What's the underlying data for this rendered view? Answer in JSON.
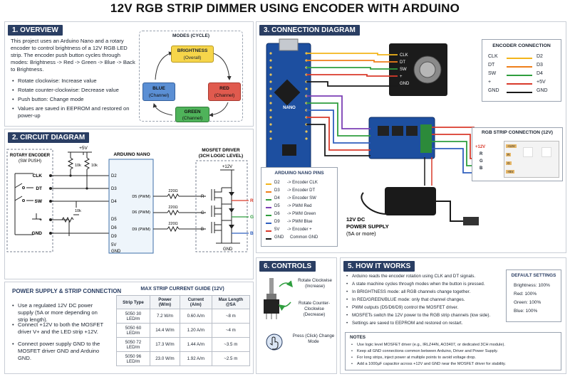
{
  "title": "12V RGB STRIP DIMMER USING ENCODER WITH ARDUINO",
  "overview": {
    "header": "1. OVERVIEW",
    "intro": "This project uses an Arduino Nano and a rotary encoder to control brightness of a 12V RGB LED strip. The encoder push button cycles through modes: Brightness -> Red -> Green -> Blue -> Back to Brightness.",
    "bullets": [
      "Rotate clockwise: Increase value",
      "Rotate counter-clockwise: Decrease value",
      "Push button: Change mode",
      "Values are saved in EEPROM and restored on power-up"
    ],
    "modes_title": "MODES (CYCLE)",
    "modes": [
      {
        "name": "BRIGHTNESS",
        "sub": "(Overall)",
        "color": "#f6d54a"
      },
      {
        "name": "RED",
        "sub": "(Channel)",
        "color": "#e05a4e"
      },
      {
        "name": "GREEN",
        "sub": "(Channel)",
        "color": "#4fb35a"
      },
      {
        "name": "BLUE",
        "sub": "(Channel)",
        "color": "#5b8fd4"
      }
    ]
  },
  "circuit": {
    "header": "2. CIRCUIT DIAGRAM",
    "encoder_title": "ROTARY ENCODER",
    "encoder_sub": "(SW PUSH)",
    "encoder_pins": [
      "CLK",
      "DT",
      "SW",
      "+",
      "GND"
    ],
    "supply": "+5V",
    "pullups": [
      "10k",
      "10k",
      "10k"
    ],
    "nano_title": "ARDUINO NANO",
    "nano_pins_left": [
      "D2",
      "D3",
      "D4",
      "D5",
      "D6",
      "D9",
      "5V",
      "GND"
    ],
    "pwm_labels": [
      "D5 (PWM)",
      "D6 (PWM)",
      "D9 (PWM)"
    ],
    "resistors": [
      "220Ω",
      "220Ω",
      "220Ω"
    ],
    "mosfet_title": "MOSFET DRIVER",
    "mosfet_sub": "(3CH LOGIC LEVEL)",
    "mosfet_supply": "+12V",
    "mosfet_gates": [
      "R",
      "G",
      "B"
    ],
    "mosfet_gnd": "GND",
    "outputs": [
      "R",
      "G",
      "B"
    ]
  },
  "power": {
    "title": "POWER SUPPLY & STRIP CONNECTION",
    "bullets": [
      "Use a regulated 12V DC power supply (5A or more depending on strip length).",
      "Connect +12V to both the MOSFET driver V+ and the LED strip +12V.",
      "Connect power supply GND to the MOSFET driver GND and Arduino GND."
    ],
    "guide_title": "MAX STRIP CURRENT GUIDE (12V)",
    "columns": [
      "Strip Type",
      "Power (W/m)",
      "Current (A/m)",
      "Max Length @5A"
    ],
    "rows": [
      [
        "5050 30 LED/m",
        "7.2 W/m",
        "0.60 A/m",
        "~8 m"
      ],
      [
        "5050 60 LED/m",
        "14.4 W/m",
        "1.20 A/m",
        "~4 m"
      ],
      [
        "5050 72 LED/m",
        "17.3 W/m",
        "1.44 A/m",
        "~3.5 m"
      ],
      [
        "5050 96 LED/m",
        "23.0 W/m",
        "1.92 A/m",
        "~2.5 m"
      ]
    ]
  },
  "connection": {
    "header": "3. CONNECTION DIAGRAM",
    "encoder_pins": [
      "CLK",
      "DT",
      "SW",
      "+",
      "GND"
    ],
    "nano_label": "NANO",
    "legend_title": "ENCODER CONNECTION",
    "legend": [
      {
        "a": "CLK",
        "b": "D2",
        "color": "#f3b51b"
      },
      {
        "a": "DT",
        "b": "D3",
        "color": "#ef7f1a"
      },
      {
        "a": "SW",
        "b": "D4",
        "color": "#2e9e3e"
      },
      {
        "a": "+",
        "b": "+5V",
        "color": "#d93a2b"
      },
      {
        "a": "GND",
        "b": "GND",
        "color": "#1a1a1a"
      }
    ],
    "pins_title": "ARDUINO NANO PINS",
    "pins": [
      {
        "pin": "D2",
        "desc": "-> Encoder CLK",
        "color": "#f3b51b"
      },
      {
        "pin": "D3",
        "desc": "-> Encoder DT",
        "color": "#ef7f1a"
      },
      {
        "pin": "D4",
        "desc": "-> Encoder SW",
        "color": "#2e9e3e"
      },
      {
        "pin": "D5",
        "desc": "-> PWM Red",
        "color": "#7b3fb5"
      },
      {
        "pin": "D6",
        "desc": "-> PWM Green",
        "color": "#2e9e3e"
      },
      {
        "pin": "D9",
        "desc": "-> PWM Blue",
        "color": "#2f5fbf"
      },
      {
        "pin": "5V",
        "desc": "-> Encoder +",
        "color": "#d93a2b"
      },
      {
        "pin": "GND",
        "desc": "Common GND",
        "color": "#1a1a1a"
      }
    ],
    "strip_title": "RGB STRIP CONNECTION (12V)",
    "strip_pins": [
      "+12V",
      "R",
      "G",
      "B"
    ],
    "strip_pad_labels": [
      "+12V",
      "R",
      "G",
      "+5V"
    ],
    "psu_label": "12V DC",
    "psu_label2": "POWER SUPPLY",
    "psu_label3": "(5A or more)"
  },
  "controls": {
    "header": "6. CONTROLS",
    "cw": "Rotate Clockwise (Increase)",
    "ccw": "Rotate Counter-Clockwise (Decrease)",
    "press": "Press (Click) Change Mode"
  },
  "how": {
    "header": "5. HOW IT WORKS",
    "bullets": [
      "Arduino reads the encoder rotation using CLK and DT signals.",
      "A state machine cycles through modes when the button is pressed.",
      "In BRIGHTNESS mode: all RGB channels change together.",
      "In RED/GREEN/BLUE mode: only that channel changes.",
      "PWM outputs (D5/D6/D9) control the MOSFET driver.",
      "MOSFETs switch the 12V power to the RGB strip channels (low side).",
      "Settings are saved to EEPROM and restored on restart."
    ],
    "defaults_title": "DEFAULT SETTINGS",
    "defaults": [
      "Brightness: 100%",
      "Red: 100%",
      "Green: 100%",
      "Blue: 100%"
    ],
    "notes_title": "NOTES",
    "notes": [
      "Use logic level MOSFET driver (e.g., IRLZ44N, AO3407, or dedicated 3CH module).",
      "Keep all GND connections common between Arduino, Driver and Power Supply.",
      "For long strips, inject power at multiple points to avoid voltage drop.",
      "Add a 1000µF capacitor across +12V and GND near the MOSFET driver for stability."
    ]
  }
}
